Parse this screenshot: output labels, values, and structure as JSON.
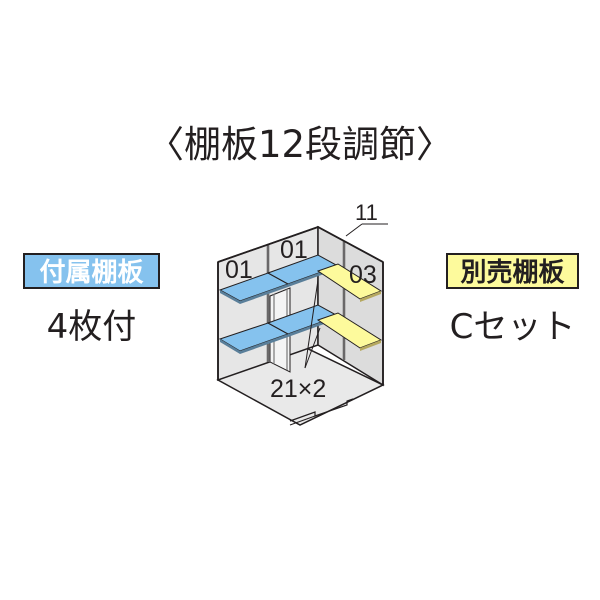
{
  "title": "〈棚板12段調節〉",
  "included": {
    "badge": "付属棚板",
    "count": "4枚付",
    "badge_color": "#85c2ee"
  },
  "optional": {
    "badge": "別売棚板",
    "set": "Cセット",
    "badge_color": "#fdfa9c"
  },
  "diagram": {
    "labels": {
      "shelf_left": "01",
      "shelf_center": "01",
      "shelf_right": "03",
      "top_callout": "11",
      "bottom_callout": "21×2"
    },
    "colors": {
      "included_shelf": "#85c2ee",
      "optional_shelf": "#fdfa9c",
      "wall": "#e6e6e6",
      "outline": "#231f20"
    }
  }
}
